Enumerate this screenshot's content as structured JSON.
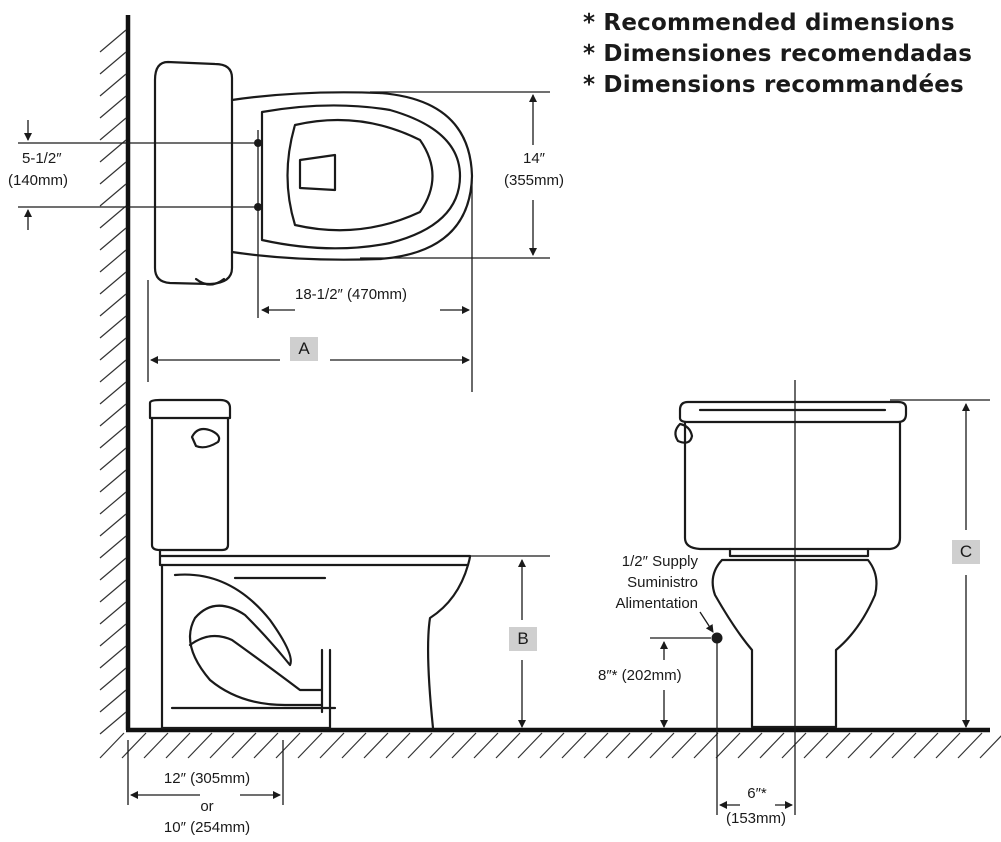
{
  "notes": {
    "recommended_en": "* Recommended dimensions",
    "recommended_es": "* Dimensiones recomendadas",
    "recommended_fr": "* Dimensions recommandées"
  },
  "top_view": {
    "bolt_spacing_in": "5-1/2″",
    "bolt_spacing_mm": "(140mm)",
    "bowl_width_in": "14″",
    "bowl_width_mm": "(355mm)",
    "bowl_length": "18-1/2″ (470mm)",
    "label_a": "A"
  },
  "side_view": {
    "label_b": "B",
    "rough_in_primary": "12″ (305mm)",
    "rough_in_or": "or",
    "rough_in_alternate": "10″ (254mm)"
  },
  "front_view": {
    "supply_en": "1/2″ Supply",
    "supply_es": "Suministro",
    "supply_fr": "Alimentation",
    "supply_height": "8″* (202mm)",
    "supply_offset_in": "6″*",
    "supply_offset_mm": "(153mm)",
    "label_c": "C"
  }
}
